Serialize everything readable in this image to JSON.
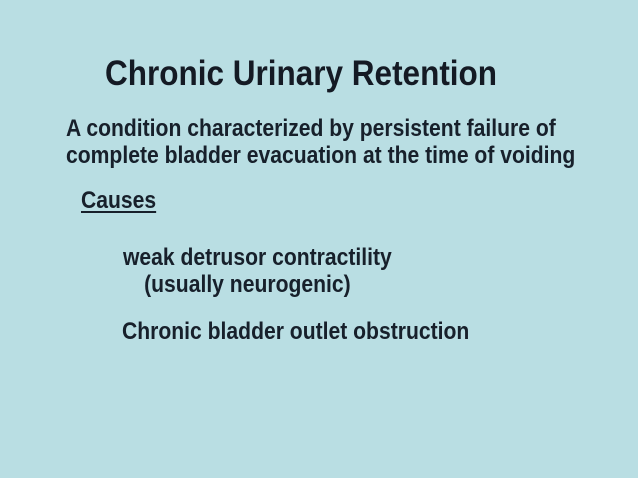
{
  "colors": {
    "background": "#b9dee3",
    "title_text": "#141a24",
    "body_text": "#17202b"
  },
  "slide": {
    "title": "Chronic Urinary Retention",
    "definition_lines": [
      "A condition characterized by persistent failure of",
      "complete bladder evacuation at the time of voiding"
    ],
    "causes_heading": "Causes",
    "causes": [
      {
        "line1": "weak detrusor contractility",
        "line2": "(usually neurogenic)"
      },
      {
        "line1": "Chronic bladder outlet obstruction"
      }
    ]
  }
}
